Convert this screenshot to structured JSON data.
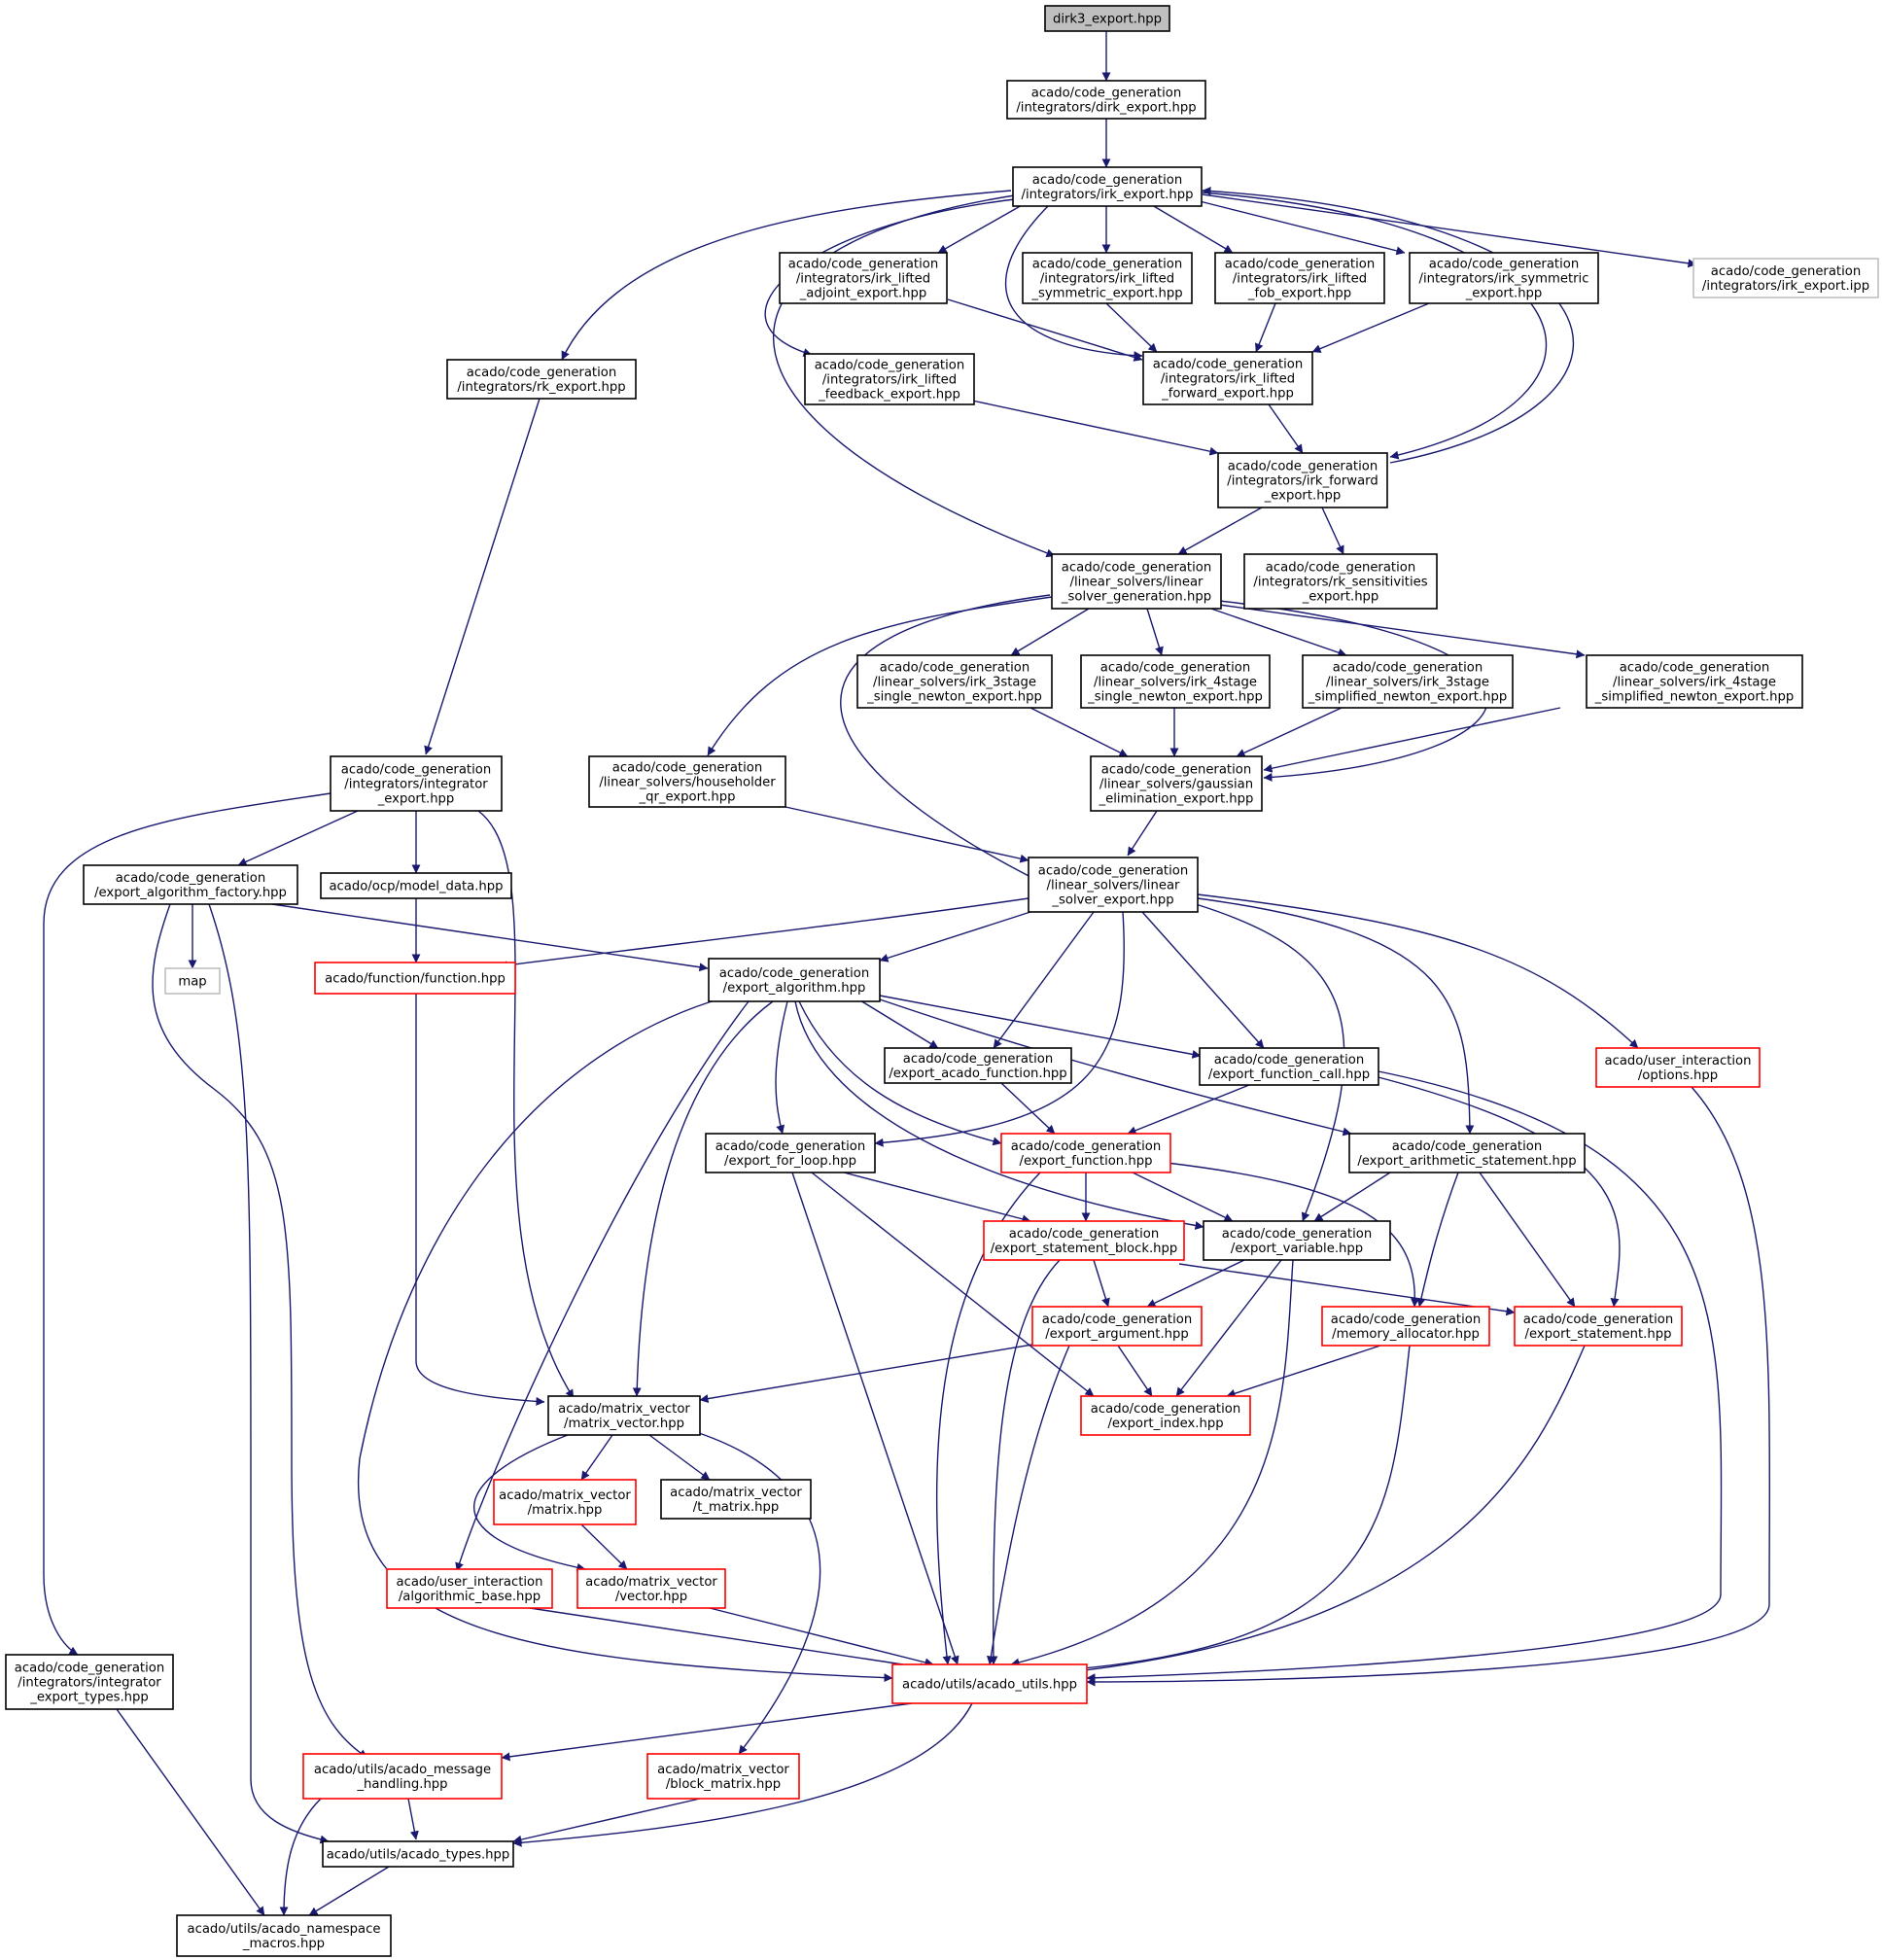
{
  "colors": {
    "edge": "#191970",
    "normal_border": "#000000",
    "red_border": "#ff0000",
    "grey_border": "#bfbfbf",
    "root_fill": "#bfbfbf"
  },
  "nodes": [
    {
      "id": "n0",
      "style": "root",
      "lines": [
        "dirk3_export.hpp"
      ]
    },
    {
      "id": "n1",
      "style": "black",
      "lines": [
        "acado/code_generation",
        "/integrators/dirk_export.hpp"
      ]
    },
    {
      "id": "n2",
      "style": "black",
      "lines": [
        "acado/code_generation",
        "/integrators/irk_export.hpp"
      ]
    },
    {
      "id": "n3",
      "style": "black",
      "lines": [
        "acado/code_generation",
        "/integrators/irk_lifted",
        "_adjoint_export.hpp"
      ]
    },
    {
      "id": "n4",
      "style": "black",
      "lines": [
        "acado/code_generation",
        "/integrators/irk_lifted",
        "_symmetric_export.hpp"
      ]
    },
    {
      "id": "n5",
      "style": "black",
      "lines": [
        "acado/code_generation",
        "/integrators/irk_lifted",
        "_fob_export.hpp"
      ]
    },
    {
      "id": "n6",
      "style": "black",
      "lines": [
        "acado/code_generation",
        "/integrators/irk_symmetric",
        "_export.hpp"
      ]
    },
    {
      "id": "n7",
      "style": "grey",
      "lines": [
        "acado/code_generation",
        "/integrators/irk_export.ipp"
      ]
    },
    {
      "id": "n8",
      "style": "black",
      "lines": [
        "acado/code_generation",
        "/integrators/rk_export.hpp"
      ]
    },
    {
      "id": "n9",
      "style": "black",
      "lines": [
        "acado/code_generation",
        "/integrators/irk_lifted",
        "_feedback_export.hpp"
      ]
    },
    {
      "id": "n10",
      "style": "black",
      "lines": [
        "acado/code_generation",
        "/integrators/irk_lifted",
        "_forward_export.hpp"
      ]
    },
    {
      "id": "n11",
      "style": "black",
      "lines": [
        "acado/code_generation",
        "/integrators/irk_forward",
        "_export.hpp"
      ]
    },
    {
      "id": "n12",
      "style": "black",
      "lines": [
        "acado/code_generation",
        "/linear_solvers/linear",
        "_solver_generation.hpp"
      ]
    },
    {
      "id": "n13",
      "style": "black",
      "lines": [
        "acado/code_generation",
        "/integrators/rk_sensitivities",
        "_export.hpp"
      ]
    },
    {
      "id": "n14",
      "style": "black",
      "lines": [
        "acado/code_generation",
        "/linear_solvers/irk_3stage",
        "_single_newton_export.hpp"
      ]
    },
    {
      "id": "n15",
      "style": "black",
      "lines": [
        "acado/code_generation",
        "/linear_solvers/irk_4stage",
        "_single_newton_export.hpp"
      ]
    },
    {
      "id": "n16",
      "style": "black",
      "lines": [
        "acado/code_generation",
        "/linear_solvers/irk_3stage",
        "_simplified_newton_export.hpp"
      ]
    },
    {
      "id": "n17",
      "style": "black",
      "lines": [
        "acado/code_generation",
        "/linear_solvers/irk_4stage",
        "_simplified_newton_export.hpp"
      ]
    },
    {
      "id": "n18",
      "style": "black",
      "lines": [
        "acado/code_generation",
        "/integrators/integrator",
        "_export.hpp"
      ]
    },
    {
      "id": "n19",
      "style": "black",
      "lines": [
        "acado/code_generation",
        "/linear_solvers/householder",
        "_qr_export.hpp"
      ]
    },
    {
      "id": "n20",
      "style": "black",
      "lines": [
        "acado/code_generation",
        "/linear_solvers/gaussian",
        "_elimination_export.hpp"
      ]
    },
    {
      "id": "n21",
      "style": "black",
      "lines": [
        "acado/code_generation",
        "/export_algorithm_factory.hpp"
      ]
    },
    {
      "id": "n22",
      "style": "black",
      "lines": [
        "acado/ocp/model_data.hpp"
      ]
    },
    {
      "id": "n23",
      "style": "black",
      "lines": [
        "acado/code_generation",
        "/linear_solvers/linear",
        "_solver_export.hpp"
      ]
    },
    {
      "id": "n24",
      "style": "grey",
      "lines": [
        "map"
      ]
    },
    {
      "id": "n25",
      "style": "red",
      "lines": [
        "acado/function/function.hpp"
      ]
    },
    {
      "id": "n26",
      "style": "black",
      "lines": [
        "acado/code_generation",
        "/export_algorithm.hpp"
      ]
    },
    {
      "id": "n27",
      "style": "black",
      "lines": [
        "acado/code_generation",
        "/export_acado_function.hpp"
      ]
    },
    {
      "id": "n28",
      "style": "black",
      "lines": [
        "acado/code_generation",
        "/export_function_call.hpp"
      ]
    },
    {
      "id": "n29",
      "style": "red",
      "lines": [
        "acado/user_interaction",
        "/options.hpp"
      ]
    },
    {
      "id": "n30",
      "style": "black",
      "lines": [
        "acado/code_generation",
        "/export_for_loop.hpp"
      ]
    },
    {
      "id": "n31",
      "style": "red",
      "lines": [
        "acado/code_generation",
        "/export_function.hpp"
      ]
    },
    {
      "id": "n32",
      "style": "black",
      "lines": [
        "acado/code_generation",
        "/export_arithmetic_statement.hpp"
      ]
    },
    {
      "id": "n33",
      "style": "red",
      "lines": [
        "acado/code_generation",
        "/export_statement_block.hpp"
      ]
    },
    {
      "id": "n34",
      "style": "black",
      "lines": [
        "acado/code_generation",
        "/export_variable.hpp"
      ]
    },
    {
      "id": "n35",
      "style": "red",
      "lines": [
        "acado/code_generation",
        "/export_argument.hpp"
      ]
    },
    {
      "id": "n36",
      "style": "red",
      "lines": [
        "acado/code_generation",
        "/memory_allocator.hpp"
      ]
    },
    {
      "id": "n37",
      "style": "red",
      "lines": [
        "acado/code_generation",
        "/export_statement.hpp"
      ]
    },
    {
      "id": "n38",
      "style": "black",
      "lines": [
        "acado/matrix_vector",
        "/matrix_vector.hpp"
      ]
    },
    {
      "id": "n39",
      "style": "red",
      "lines": [
        "acado/code_generation",
        "/export_index.hpp"
      ]
    },
    {
      "id": "n40",
      "style": "red",
      "lines": [
        "acado/matrix_vector",
        "/matrix.hpp"
      ]
    },
    {
      "id": "n41",
      "style": "black",
      "lines": [
        "acado/matrix_vector",
        "/t_matrix.hpp"
      ]
    },
    {
      "id": "n42",
      "style": "red",
      "lines": [
        "acado/user_interaction",
        "/algorithmic_base.hpp"
      ]
    },
    {
      "id": "n43",
      "style": "red",
      "lines": [
        "acado/matrix_vector",
        "/vector.hpp"
      ]
    },
    {
      "id": "n44",
      "style": "black",
      "lines": [
        "acado/code_generation",
        "/integrators/integrator",
        "_export_types.hpp"
      ]
    },
    {
      "id": "n45",
      "style": "red",
      "lines": [
        "acado/utils/acado_utils.hpp"
      ]
    },
    {
      "id": "n46",
      "style": "red",
      "lines": [
        "acado/utils/acado_message",
        "_handling.hpp"
      ]
    },
    {
      "id": "n47",
      "style": "red",
      "lines": [
        "acado/matrix_vector",
        "/block_matrix.hpp"
      ]
    },
    {
      "id": "n48",
      "style": "black",
      "lines": [
        "acado/utils/acado_types.hpp"
      ]
    },
    {
      "id": "n49",
      "style": "black",
      "lines": [
        "acado/utils/acado_namespace",
        "_macros.hpp"
      ]
    }
  ]
}
